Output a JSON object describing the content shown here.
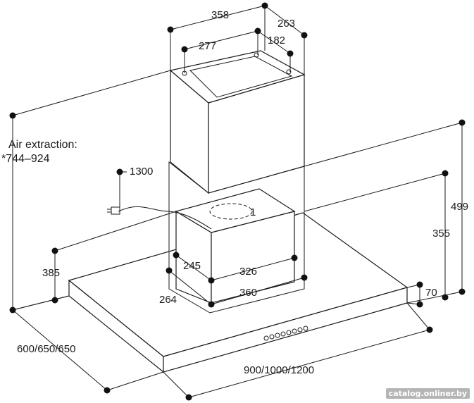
{
  "diagram": {
    "air_extraction_title": "Air extraction:",
    "air_extraction_range": "*744–924",
    "dimensions": {
      "chimney_width": "358",
      "chimney_depth": "263",
      "inner_width": "277",
      "inner_depth": "182",
      "cable_length": "1300",
      "total_height": "499",
      "chimney_to_canopy": "355",
      "canopy_thickness": "70",
      "left_height": "385",
      "box_inner_depth": "245",
      "box_width_inner": "326",
      "box_width_outer": "360",
      "box_depth": "264",
      "canopy_depth": "600/650/650",
      "canopy_width": "900/1000/1200"
    },
    "motor_label": "1"
  },
  "watermark": "catalog.onliner.by"
}
